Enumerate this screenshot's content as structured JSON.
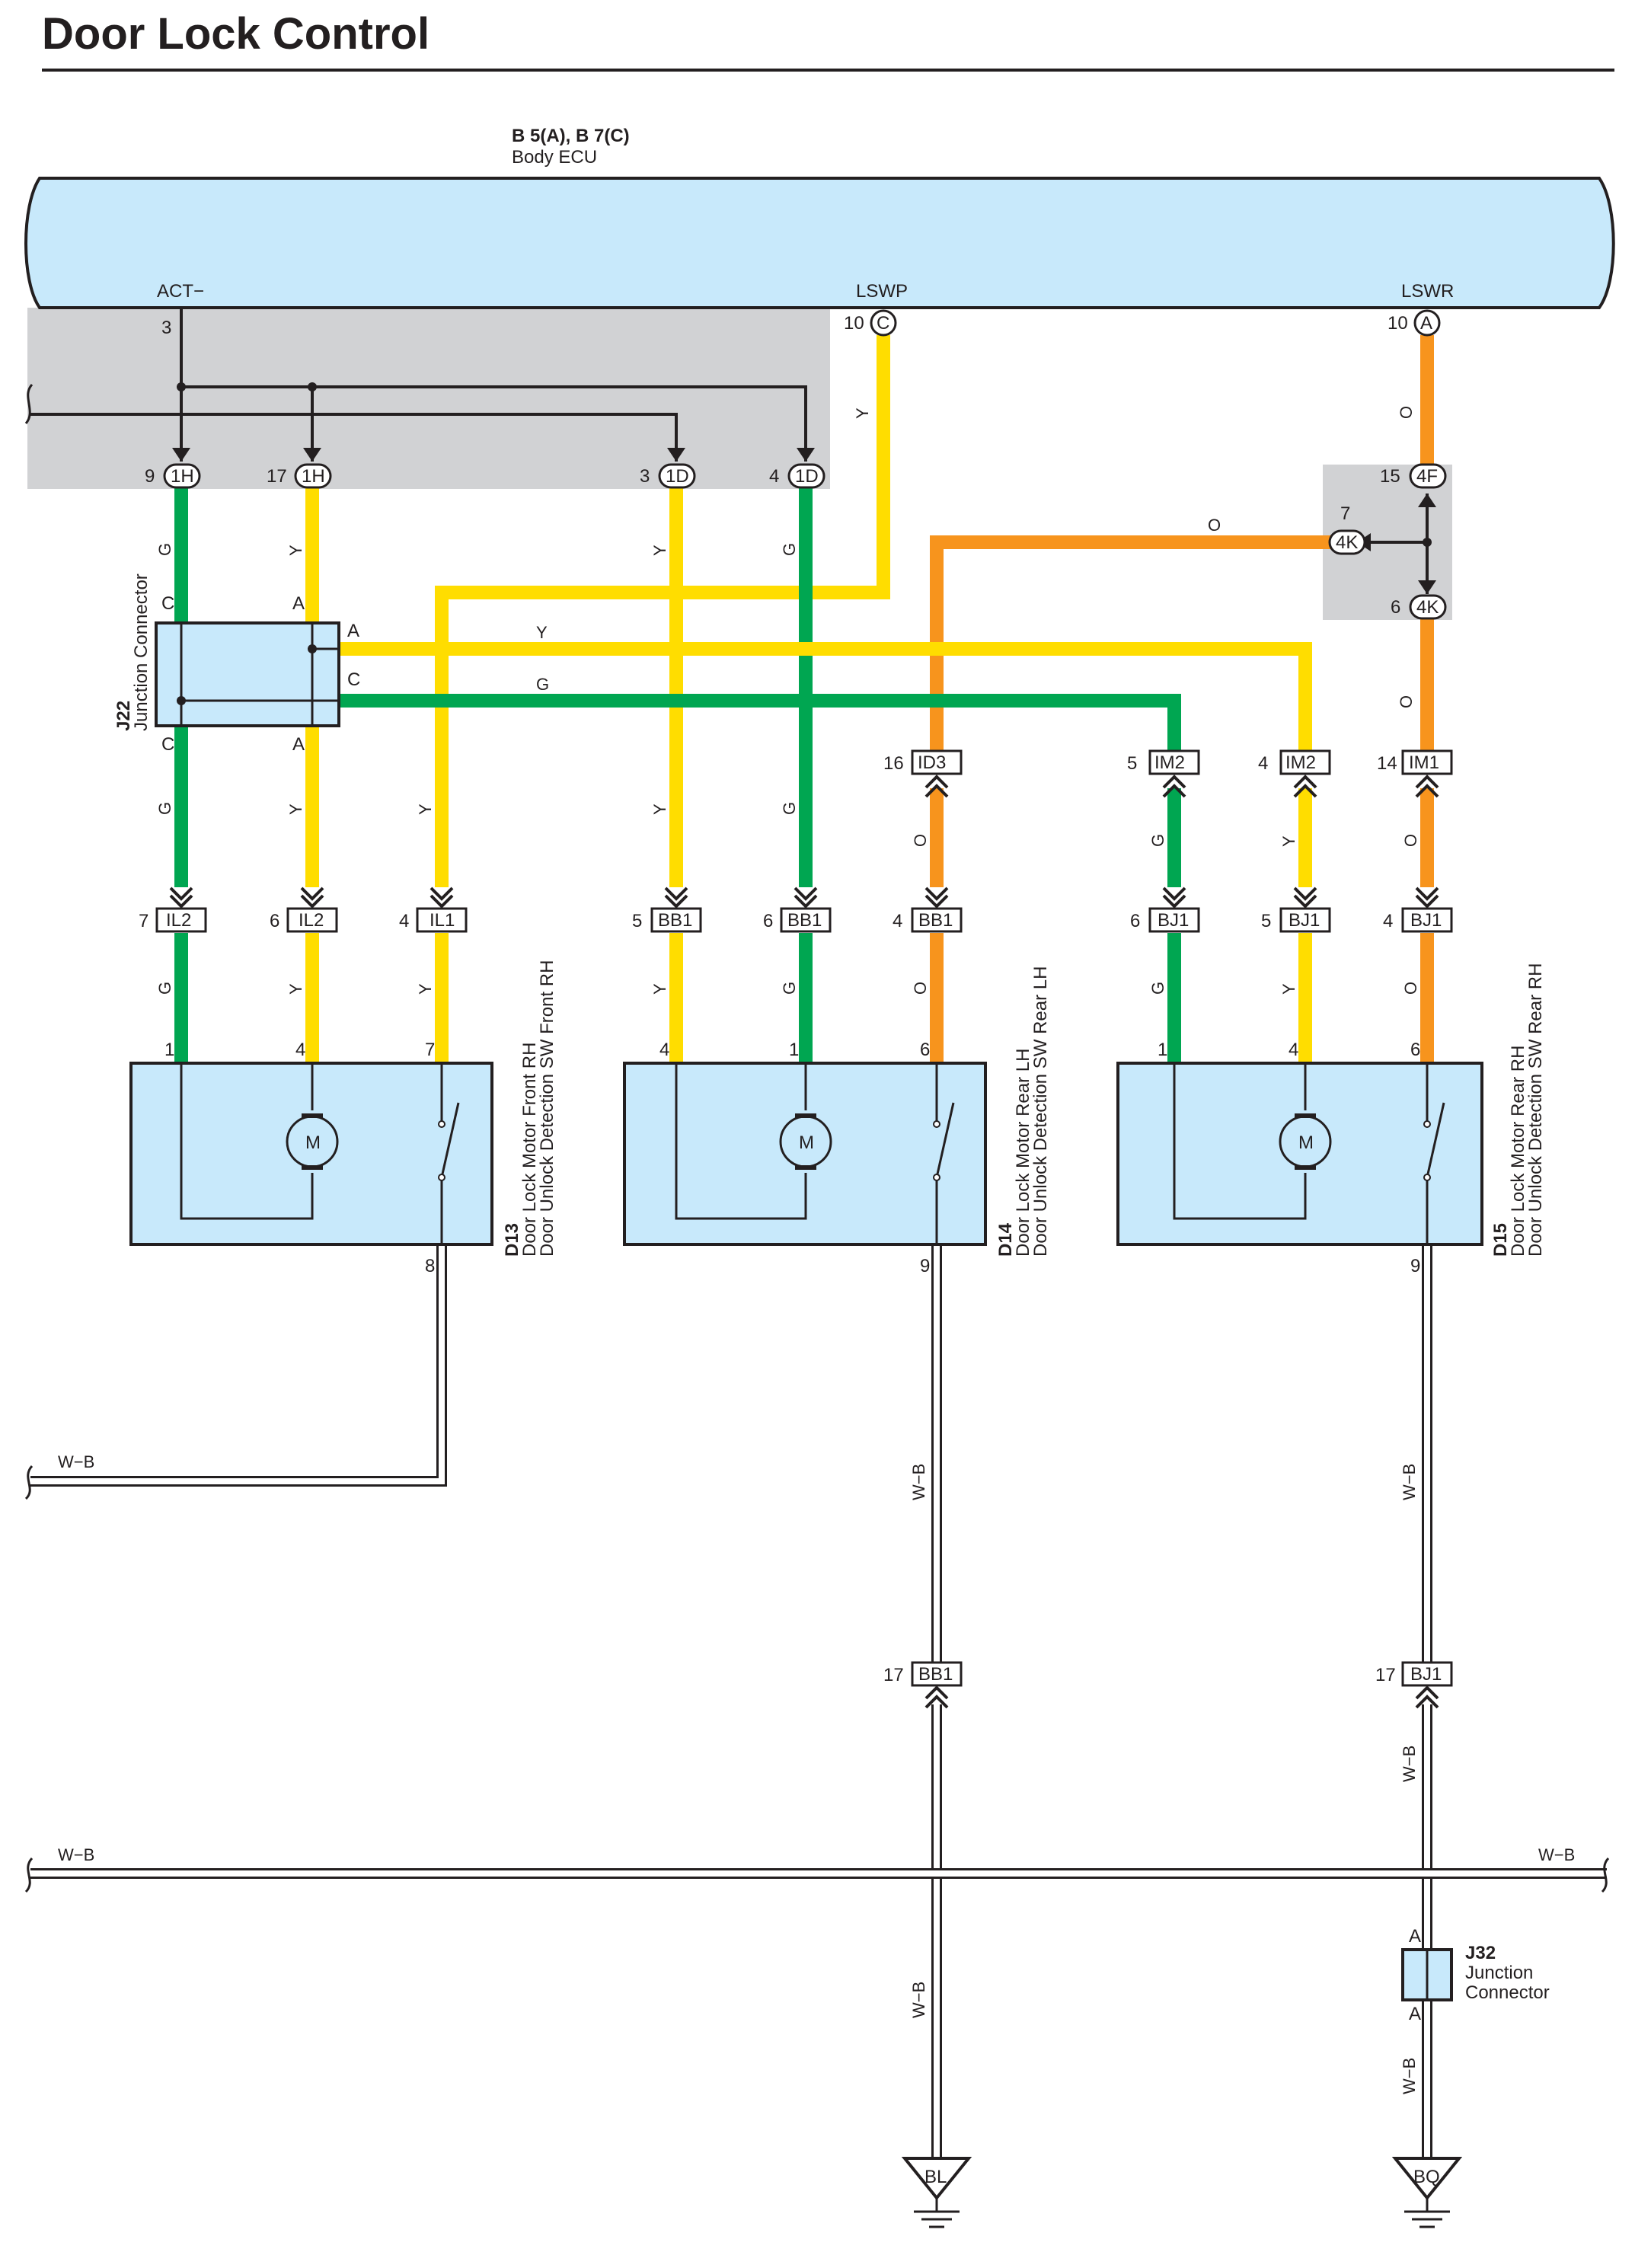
{
  "title": "Door Lock Control",
  "colors": {
    "G": "#00a651",
    "Y": "#ffdd00",
    "O": "#f7941d",
    "W_B_outline": "#231f20",
    "component_fill": "#c8e9fb",
    "gray_area": "#d1d2d4"
  },
  "ecu": {
    "code": "B 5(A), B 7(C)",
    "name": "Body ECU",
    "pins": [
      {
        "name": "ACT−",
        "num": "3",
        "conn": ""
      },
      {
        "name": "LSWP",
        "num": "10",
        "conn": "C"
      },
      {
        "name": "LSWR",
        "num": "10",
        "conn": "A"
      }
    ]
  },
  "jb_connectors": [
    {
      "num": "9",
      "conn": "1H"
    },
    {
      "num": "17",
      "conn": "1H"
    },
    {
      "num": "3",
      "conn": "1D"
    },
    {
      "num": "4",
      "conn": "1D"
    },
    {
      "num": "15",
      "conn": "4F"
    },
    {
      "num": "7",
      "conn": "4K"
    },
    {
      "num": "6",
      "conn": "4K"
    }
  ],
  "j22": {
    "code": "J22",
    "name": "Junction Connector",
    "pins": [
      "C",
      "A",
      "A",
      "C",
      "C",
      "A"
    ]
  },
  "j32": {
    "code": "J32",
    "name_line1": "Junction",
    "name_line2": "Connector",
    "pins": [
      "A",
      "A"
    ]
  },
  "inline_connectors": [
    {
      "num": "16",
      "conn": "ID3"
    },
    {
      "num": "5",
      "conn": "IM2"
    },
    {
      "num": "4",
      "conn": "IM2"
    },
    {
      "num": "14",
      "conn": "IM1"
    },
    {
      "num": "7",
      "conn": "IL2"
    },
    {
      "num": "6",
      "conn": "IL2"
    },
    {
      "num": "4",
      "conn": "IL1"
    },
    {
      "num": "5",
      "conn": "BB1"
    },
    {
      "num": "6",
      "conn": "BB1"
    },
    {
      "num": "4",
      "conn": "BB1"
    },
    {
      "num": "6",
      "conn": "BJ1"
    },
    {
      "num": "5",
      "conn": "BJ1"
    },
    {
      "num": "4",
      "conn": "BJ1"
    },
    {
      "num": "17",
      "conn": "BB1"
    },
    {
      "num": "17",
      "conn": "BJ1"
    }
  ],
  "motors": [
    {
      "code": "D13",
      "line1": "Door Lock Motor Front RH",
      "line2": "Door Unlock Detection SW Front RH",
      "pins": [
        "1",
        "4",
        "7",
        "8"
      ],
      "motor": "M"
    },
    {
      "code": "D14",
      "line1": "Door Lock Motor Rear LH",
      "line2": "Door Unlock Detection SW Rear LH",
      "pins": [
        "4",
        "1",
        "6",
        "9"
      ],
      "motor": "M"
    },
    {
      "code": "D15",
      "line1": "Door Lock Motor Rear RH",
      "line2": "Door Unlock Detection SW Rear RH",
      "pins": [
        "1",
        "4",
        "6",
        "9"
      ],
      "motor": "M"
    }
  ],
  "wire_labels": {
    "G": "G",
    "Y": "Y",
    "O": "O",
    "WB": "W−B"
  },
  "grounds": [
    "BL",
    "BQ"
  ]
}
